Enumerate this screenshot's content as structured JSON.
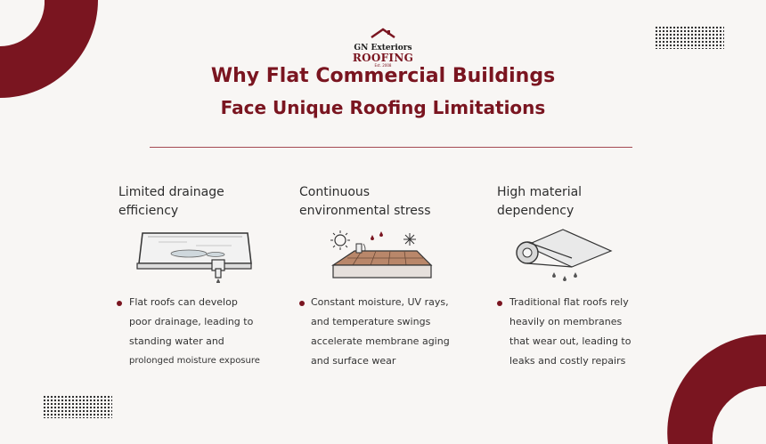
{
  "colors": {
    "accent": "#7a1520",
    "background": "#f8f6f4",
    "text": "#2b2b2b"
  },
  "logo": {
    "name": "GN Exteriors",
    "sub": "ROOFING",
    "est": "Est. 2008"
  },
  "title": {
    "line1": "Why Flat Commercial Buildings",
    "line2": "Face Unique Roofing Limitations"
  },
  "columns": [
    {
      "heading": [
        "Limited drainage",
        "efficiency"
      ],
      "icon": "flat-roof-drainage-icon",
      "bullet": [
        "Flat roofs can develop",
        "poor drainage, leading to",
        "standing water and",
        "prolonged moisture exposure"
      ]
    },
    {
      "heading": [
        "Continuous",
        "environmental stress"
      ],
      "icon": "weather-roof-icon",
      "bullet": [
        "Constant moisture, UV rays,",
        "and temperature swings",
        "accelerate membrane aging",
        "and surface wear"
      ]
    },
    {
      "heading": [
        "High material",
        "dependency"
      ],
      "icon": "membrane-roll-icon",
      "bullet": [
        "Traditional flat roofs rely",
        "heavily on membranes",
        "that wear out, leading to",
        "leaks and costly repairs"
      ]
    }
  ]
}
